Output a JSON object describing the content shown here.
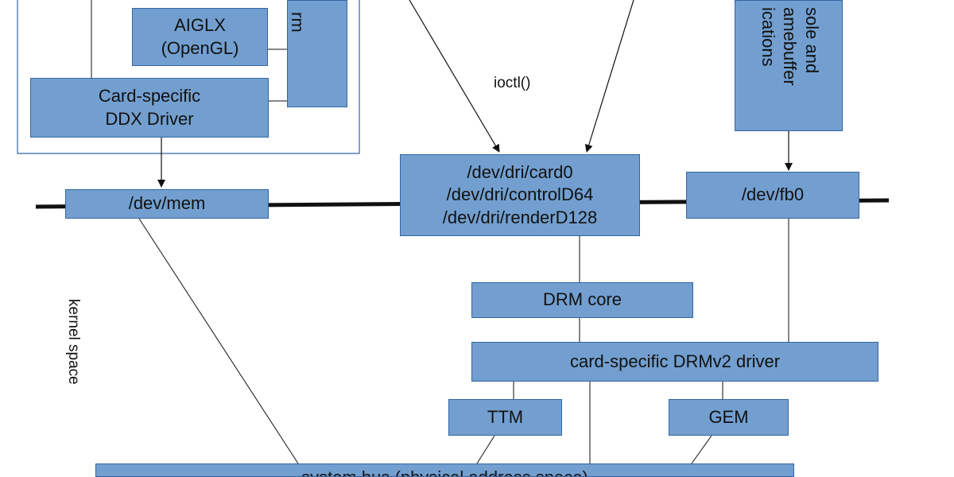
{
  "boxes": {
    "aiglx": "AIGLX\n(OpenGL)",
    "xorg_partial": "rm",
    "ddx": "Card-specific\nDDX Driver",
    "console_fb_partial": "sole and\namebuffer\nications",
    "dev_mem": "/dev/mem",
    "dev_dri": "/dev/dri/card0\n/dev/dri/controlD64\n/dev/dri/renderD128",
    "dev_fb0": "/dev/fb0",
    "drm_core": "DRM core",
    "drm_driver": "card-specific DRMv2 driver",
    "ttm": "TTM",
    "gem": "GEM",
    "system_bus": "system bus (physical address space)"
  },
  "labels": {
    "ioctl": "ioctl()",
    "kernel_space": "kernel space"
  },
  "colors": {
    "box_fill": "#729fcf",
    "box_border": "#3465a4",
    "line": "#111111",
    "frame": "#3465a4"
  }
}
